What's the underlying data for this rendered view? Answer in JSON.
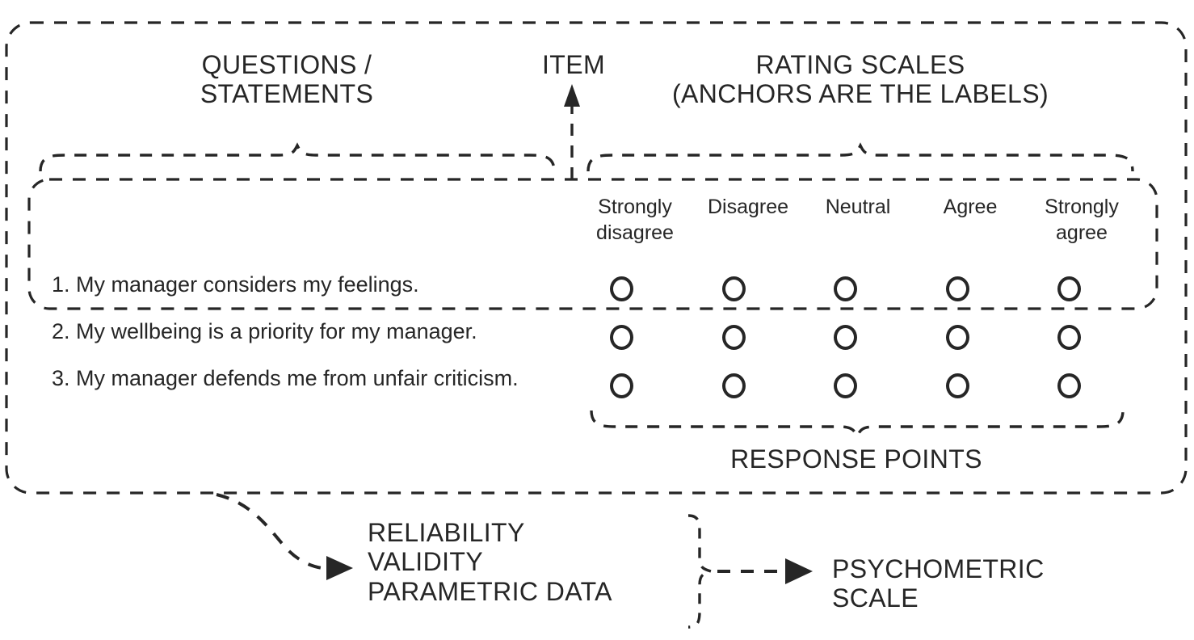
{
  "diagram": {
    "title_labels": {
      "questions": "QUESTIONS /\nSTATEMENTS",
      "item": "ITEM",
      "rating_scales": "RATING SCALES\n(ANCHORS ARE THE LABELS)",
      "response_points": "RESPONSE POINTS"
    },
    "outcome_labels": {
      "qualities": "RELIABILITY\nVALIDITY\nPARAMETRIC DATA",
      "result": "PSYCHOMETRIC\nSCALE"
    },
    "anchors": [
      "Strongly\ndisagree",
      "Disagree",
      "Neutral",
      "Agree",
      "Strongly\nagree"
    ],
    "items": [
      {
        "number": "1.",
        "text": "My manager considers my feelings."
      },
      {
        "number": "2.",
        "text": "My wellbeing is a priority for my manager."
      },
      {
        "number": "3.",
        "text": "My manager defends me from unfair criticism."
      }
    ],
    "colors": {
      "ink": "#262626",
      "background": "#ffffff"
    },
    "grid": {
      "rows": 3,
      "columns": 5,
      "selected": null
    }
  }
}
